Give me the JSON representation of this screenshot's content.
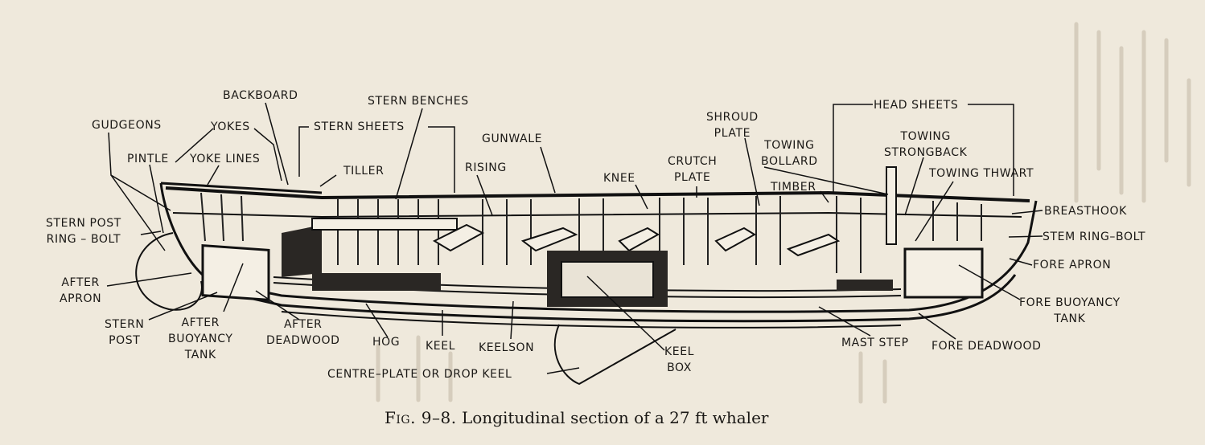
{
  "caption": {
    "figure": "Fig. 9–8.",
    "text": "Longitudinal section of a 27 ft whaler"
  },
  "labels": {
    "gudgeons": "GUDGEONS",
    "yokes": "YOKES",
    "backboard": "BACKBOARD",
    "stern_benches": "STERN BENCHES",
    "stern_sheets": "STERN SHEETS",
    "pintle": "PINTLE",
    "yoke_lines": "YOKE LINES",
    "tiller": "TILLER",
    "gunwale": "GUNWALE",
    "rising": "RISING",
    "knee": "KNEE",
    "crutch_plate": [
      "CRUTCH",
      "PLATE"
    ],
    "shroud_plate": [
      "SHROUD",
      "PLATE"
    ],
    "towing_bollard": [
      "TOWING",
      "BOLLARD"
    ],
    "timber": "TIMBER",
    "head_sheets": "HEAD SHEETS",
    "towing_strongback": [
      "TOWING",
      "STRONGBACK"
    ],
    "towing_thwart": "TOWING THWART",
    "breasthook": "BREASTHOOK",
    "stem_ring_bolt": "STEM RING–BOLT",
    "fore_apron": "FORE APRON",
    "fore_buoyancy_tank": [
      "FORE BUOYANCY",
      "TANK"
    ],
    "fore_deadwood": "FORE DEADWOOD",
    "mast_step": "MAST STEP",
    "keel_box": [
      "KEEL",
      "BOX"
    ],
    "centre_plate": "CENTRE–PLATE OR DROP KEEL",
    "keelson": "KEELSON",
    "keel": "KEEL",
    "hog": "HOG",
    "after_deadwood": [
      "AFTER",
      "DEADWOOD"
    ],
    "after_buoyancy_tank": [
      "AFTER",
      "BUOYANCY",
      "TANK"
    ],
    "stern_post": [
      "STERN",
      "POST"
    ],
    "after_apron": [
      "AFTER",
      "APRON"
    ],
    "stern_post_ring_bolt": [
      "STERN POST",
      "RING – BOLT"
    ]
  }
}
